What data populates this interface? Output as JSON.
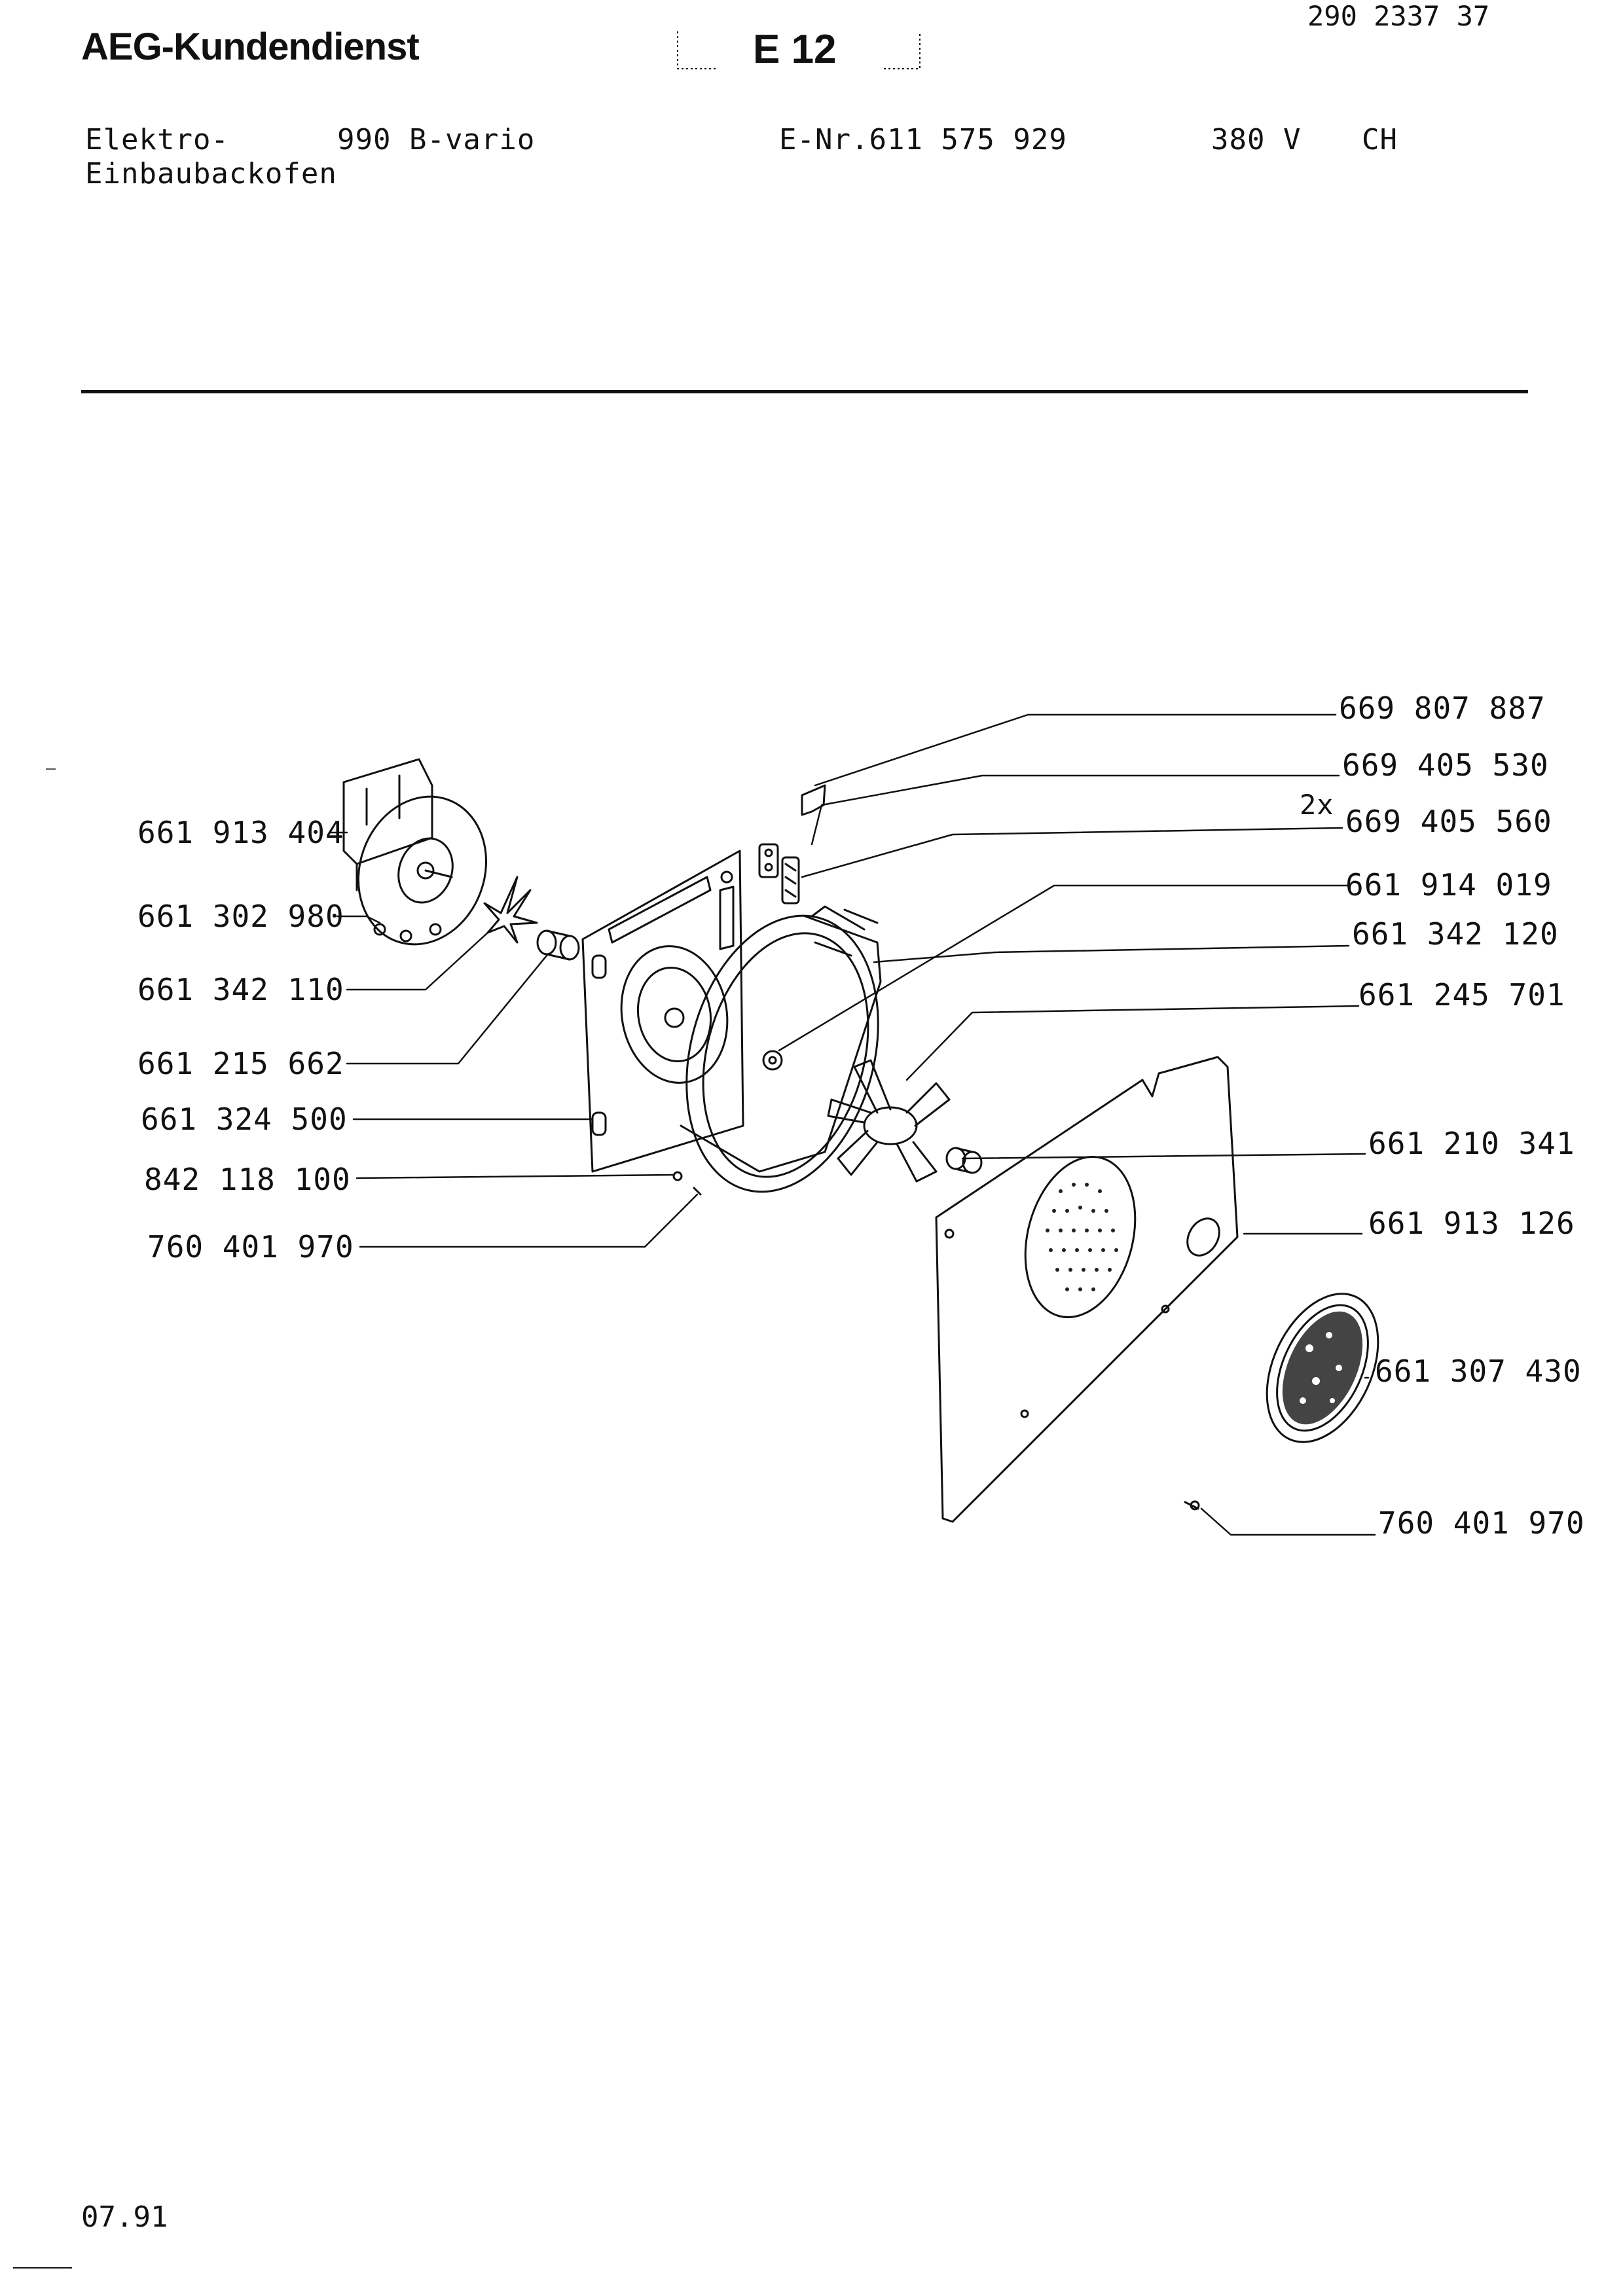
{
  "header": {
    "brand": "AEG-Kundendienst",
    "section": "E 12",
    "document_number": "290 2337 37"
  },
  "product": {
    "type_line1": "Elektro-",
    "type_line2": "Einbaubackofen",
    "model": "990 B-vario",
    "e_number": "E-Nr.611 575 929",
    "voltage": "380 V",
    "country": "CH"
  },
  "parts": {
    "left": [
      {
        "number": "661 913 404"
      },
      {
        "number": "661 302 980"
      },
      {
        "number": "661 342 110"
      },
      {
        "number": "661 215 662"
      },
      {
        "number": "661 324 500"
      },
      {
        "number": "842 118 100"
      },
      {
        "number": "760 401 970"
      }
    ],
    "right": [
      {
        "number": "669 807 887"
      },
      {
        "number": "669 405 530"
      },
      {
        "number": "669 405 560",
        "qty": "2x"
      },
      {
        "number": "661 914 019"
      },
      {
        "number": "661 342 120"
      },
      {
        "number": "661 245 701"
      },
      {
        "number": "661 210 341"
      },
      {
        "number": "661 913 126"
      },
      {
        "number": "661 307 430"
      },
      {
        "number": "760 401 970"
      }
    ]
  },
  "footer": {
    "date": "07.91"
  }
}
